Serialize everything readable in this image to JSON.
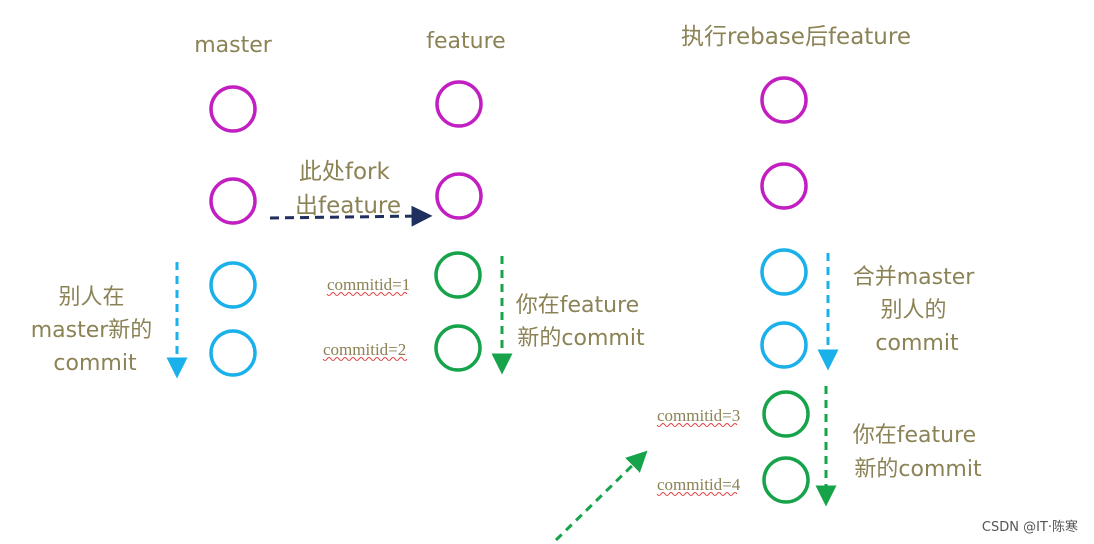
{
  "columns": {
    "master": "master",
    "feature": "feature",
    "after_rebase": "执行rebase后feature"
  },
  "fork_note": {
    "line1": "此处fork",
    "line2": "出feature"
  },
  "master_note": {
    "line1": "别人在",
    "line2": "master新的",
    "line3": "commit"
  },
  "feature_note": {
    "line1": "你在feature",
    "line2": "新的commit"
  },
  "rebase_merge_note": {
    "line1": "合并master",
    "line2": "别人的",
    "line3": "commit"
  },
  "rebase_feature_note": {
    "line1": "你在feature",
    "line2": "新的commit"
  },
  "commit_labels": {
    "c1": "commitid=1",
    "c2": "commitid=2",
    "c3": "commitid=3",
    "c4": "commitid=4"
  },
  "watermark": "CSDN @IT·陈寒",
  "colors": {
    "base_commit": "#c21fc2",
    "others_commit": "#1ab0ea",
    "your_commit": "#16a34a",
    "fork_arrow": "#1f2f5e",
    "label_text": "#8b8255"
  }
}
